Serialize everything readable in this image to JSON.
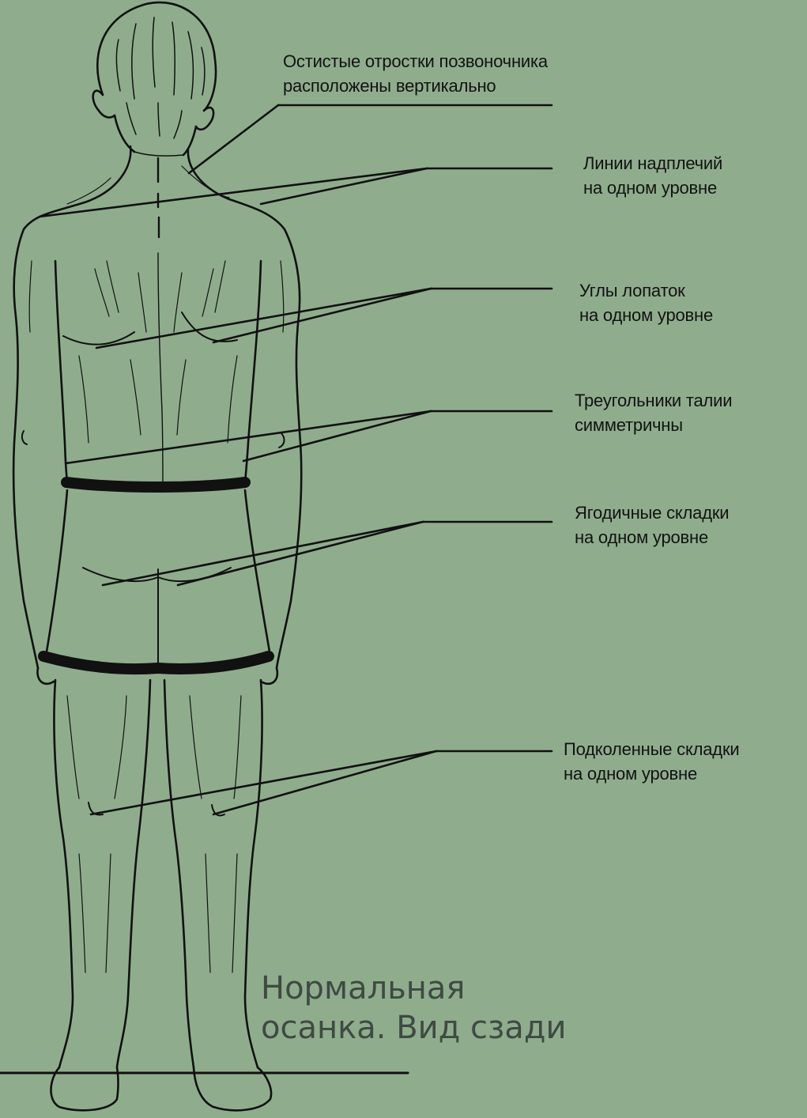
{
  "labels": {
    "spine": {
      "line1": "Остистые отростки позвоночника",
      "line2": "расположены вертикально"
    },
    "shoulders": {
      "line1": "Линии надплечий",
      "line2": "на одном уровне"
    },
    "scapula": {
      "line1": "Углы лопаток",
      "line2": "на одном уровне"
    },
    "waist": {
      "line1": "Треугольники талии",
      "line2": "симметричны"
    },
    "gluteal": {
      "line1": "Ягодичные складки",
      "line2": "на одном уровне"
    },
    "popliteal": {
      "line1": "Подколенные складки",
      "line2": "на одном уровне"
    }
  },
  "caption": {
    "line1": "Нормальная",
    "line2": "осанка. Вид сзади"
  },
  "colors": {
    "background": "#8fad8d",
    "ink": "#111111",
    "caption": "#3f4a42"
  }
}
